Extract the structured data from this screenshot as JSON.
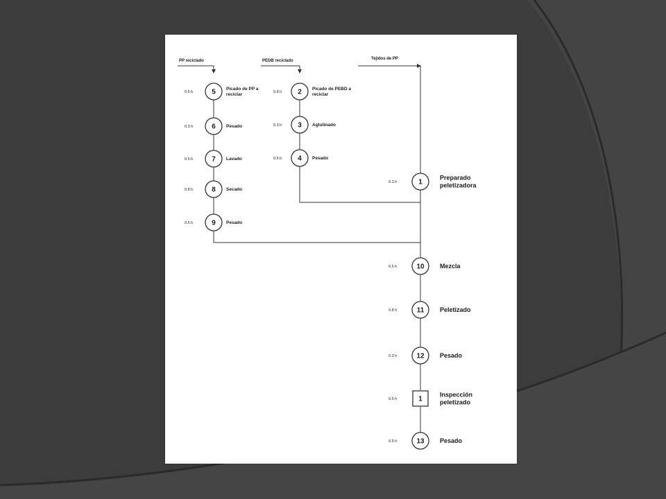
{
  "inputs": [
    {
      "id": "pp",
      "label": "PP reciclado"
    },
    {
      "id": "pebd",
      "label": "PEDB reciclado"
    },
    {
      "id": "tejidos",
      "label": "Tejidos de PP"
    }
  ],
  "left_column": [
    {
      "type": "operation",
      "num": "5",
      "time": "0.5 h",
      "label_lines": [
        "Picado de PP a",
        "reciclar"
      ]
    },
    {
      "type": "operation",
      "num": "6",
      "time": "0.3 h",
      "label_lines": [
        "Pesado"
      ]
    },
    {
      "type": "operation",
      "num": "7",
      "time": "0.5 h",
      "label_lines": [
        "Lavado"
      ]
    },
    {
      "type": "operation",
      "num": "8",
      "time": "0.8 h",
      "label_lines": [
        "Secado"
      ]
    },
    {
      "type": "operation",
      "num": "9",
      "time": "0.5 h",
      "label_lines": [
        "Pesado"
      ]
    }
  ],
  "middle_column": [
    {
      "type": "operation",
      "num": "2",
      "time": "0.8 h",
      "label_lines": [
        "Picado de PEBD a",
        "reciclar"
      ]
    },
    {
      "type": "operation",
      "num": "3",
      "time": "0.3 h",
      "label_lines": [
        "Aglutinado"
      ]
    },
    {
      "type": "operation",
      "num": "4",
      "time": "0.5 h",
      "label_lines": [
        "Pesado"
      ]
    }
  ],
  "right_column": [
    {
      "type": "operation",
      "num": "1",
      "time": "0.3 h",
      "label_lines": [
        "Preparado",
        "peletizadora"
      ]
    },
    {
      "type": "operation",
      "num": "10",
      "time": "0.5 h",
      "label_lines": [
        "Mezcla"
      ]
    },
    {
      "type": "operation",
      "num": "11",
      "time": "0.8 h",
      "label_lines": [
        "Peletizado"
      ]
    },
    {
      "type": "operation",
      "num": "12",
      "time": "0.3 h",
      "label_lines": [
        "Pesado"
      ]
    },
    {
      "type": "inspection",
      "num": "1",
      "time": "0.5 h",
      "label_lines": [
        "Inspección",
        "peletizado"
      ]
    },
    {
      "type": "operation",
      "num": "13",
      "time": "0.5 h",
      "label_lines": [
        "Pesado"
      ]
    }
  ],
  "colors": {
    "background": "#3c3c3c",
    "sheet": "#ffffff",
    "line": "#333333"
  }
}
